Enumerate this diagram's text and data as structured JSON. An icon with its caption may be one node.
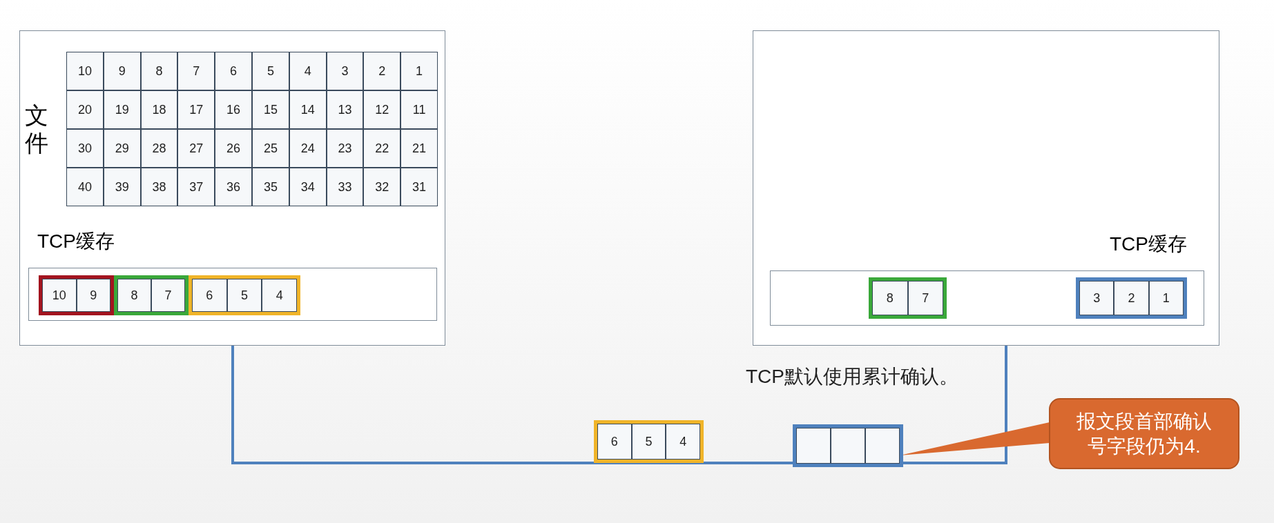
{
  "diagram": {
    "nodes": [
      {
        "text": [],
        "shape": "box"
      },
      {
        "text": [
          "文件"
        ],
        "in": 0
      },
      {
        "text": [
          "10"
        ],
        "in": 1
      },
      {
        "text": [
          "9"
        ],
        "in": 1
      },
      {
        "text": [
          "8"
        ],
        "in": 1
      },
      {
        "text": [
          "7"
        ],
        "in": 1
      },
      {
        "text": [
          "6"
        ],
        "in": 1
      },
      {
        "text": [
          "5"
        ],
        "in": 1
      },
      {
        "text": [
          "4"
        ],
        "in": 1
      },
      {
        "text": [
          "3"
        ],
        "in": 1
      },
      {
        "text": [
          "2"
        ],
        "in": 1
      },
      {
        "text": [
          "1"
        ],
        "in": 1
      },
      {
        "text": [
          "20"
        ],
        "in": 1
      },
      {
        "text": [
          "19"
        ],
        "in": 1
      },
      {
        "text": [
          "18"
        ],
        "in": 1
      },
      {
        "text": [
          "17"
        ],
        "in": 1
      },
      {
        "text": [
          "16"
        ],
        "in": 1
      },
      {
        "text": [
          "15"
        ],
        "in": 1
      },
      {
        "text": [
          "14"
        ],
        "in": 1
      },
      {
        "text": [
          "13"
        ],
        "in": 1
      },
      {
        "text": [
          "12"
        ],
        "in": 1
      },
      {
        "text": [
          "11"
        ],
        "in": 1
      },
      {
        "text": [
          "30"
        ],
        "in": 1
      },
      {
        "text": [
          "29"
        ],
        "in": 1
      },
      {
        "text": [
          "28"
        ],
        "in": 1
      },
      {
        "text": [
          "27"
        ],
        "in": 1
      },
      {
        "text": [
          "26"
        ],
        "in": 1
      },
      {
        "text": [
          "25"
        ],
        "in": 1
      },
      {
        "text": [
          "24"
        ],
        "in": 1
      },
      {
        "text": [
          "23"
        ],
        "in": 1
      },
      {
        "text": [
          "22"
        ],
        "in": 1
      },
      {
        "text": [
          "21"
        ],
        "in": 1
      },
      {
        "text": [
          "40"
        ],
        "in": 1
      },
      {
        "text": [
          "39"
        ],
        "in": 1
      },
      {
        "text": [
          "38"
        ],
        "in": 1
      },
      {
        "text": [
          "37"
        ],
        "in": 1
      },
      {
        "text": [
          "36"
        ],
        "in": 1
      },
      {
        "text": [
          "35"
        ],
        "in": 1
      },
      {
        "text": [
          "34"
        ],
        "in": 1
      },
      {
        "text": [
          "33"
        ],
        "in": 1
      },
      {
        "text": [
          "32"
        ],
        "in": 1
      },
      {
        "text": [
          "31"
        ],
        "in": 1
      },
      {
        "text": [
          "TCP缓存"
        ],
        "in": 0
      },
      {
        "text": [],
        "shape": "box",
        "in": 42
      },
      {
        "text": [
          "10"
        ],
        "in": 43
      },
      {
        "text": [
          "9"
        ],
        "in": 43
      },
      {
        "text": [],
        "shape": "box",
        "in": 42
      },
      {
        "text": [
          "8"
        ],
        "in": 46
      },
      {
        "text": [
          "7"
        ],
        "in": 46
      },
      {
        "text": [],
        "shape": "box",
        "in": 42
      },
      {
        "text": [
          "6"
        ],
        "in": 49
      },
      {
        "text": [
          "5"
        ],
        "in": 49
      },
      {
        "text": [
          "4"
        ],
        "in": 49
      },
      {
        "text": [],
        "shape": "box"
      },
      {
        "text": [
          "TCP缓存"
        ],
        "in": 53
      },
      {
        "text": [],
        "shape": "box",
        "in": 54
      },
      {
        "text": [
          "8"
        ],
        "in": 55
      },
      {
        "text": [
          "7"
        ],
        "in": 55
      },
      {
        "text": [],
        "shape": "box",
        "in": 54
      },
      {
        "text": [
          "3"
        ],
        "in": 58
      },
      {
        "text": [
          "2"
        ],
        "in": 58
      },
      {
        "text": [
          "1"
        ],
        "in": 58
      },
      {
        "text": [],
        "shape": "box"
      },
      {
        "text": [
          "6"
        ],
        "in": 62
      },
      {
        "text": [
          "5"
        ],
        "in": 62
      },
      {
        "text": [
          "4"
        ],
        "in": 62
      },
      {
        "text": [],
        "shape": "box"
      },
      {
        "text": [],
        "shape": "box",
        "in": 66
      },
      {
        "text": [],
        "shape": "box",
        "in": 66
      },
      {
        "text": [],
        "shape": "box",
        "in": 66
      },
      {
        "text": [
          "报文段首部确认号字段仍为4."
        ]
      }
    ],
    "edges": [
      {
        "from": 0,
        "to": 53,
        "arrow": "none"
      },
      {
        "from": 70,
        "to": 69,
        "arrow": "none"
      }
    ],
    "labels": [
      "TCP默认使用累计确认。"
    ]
  }
}
